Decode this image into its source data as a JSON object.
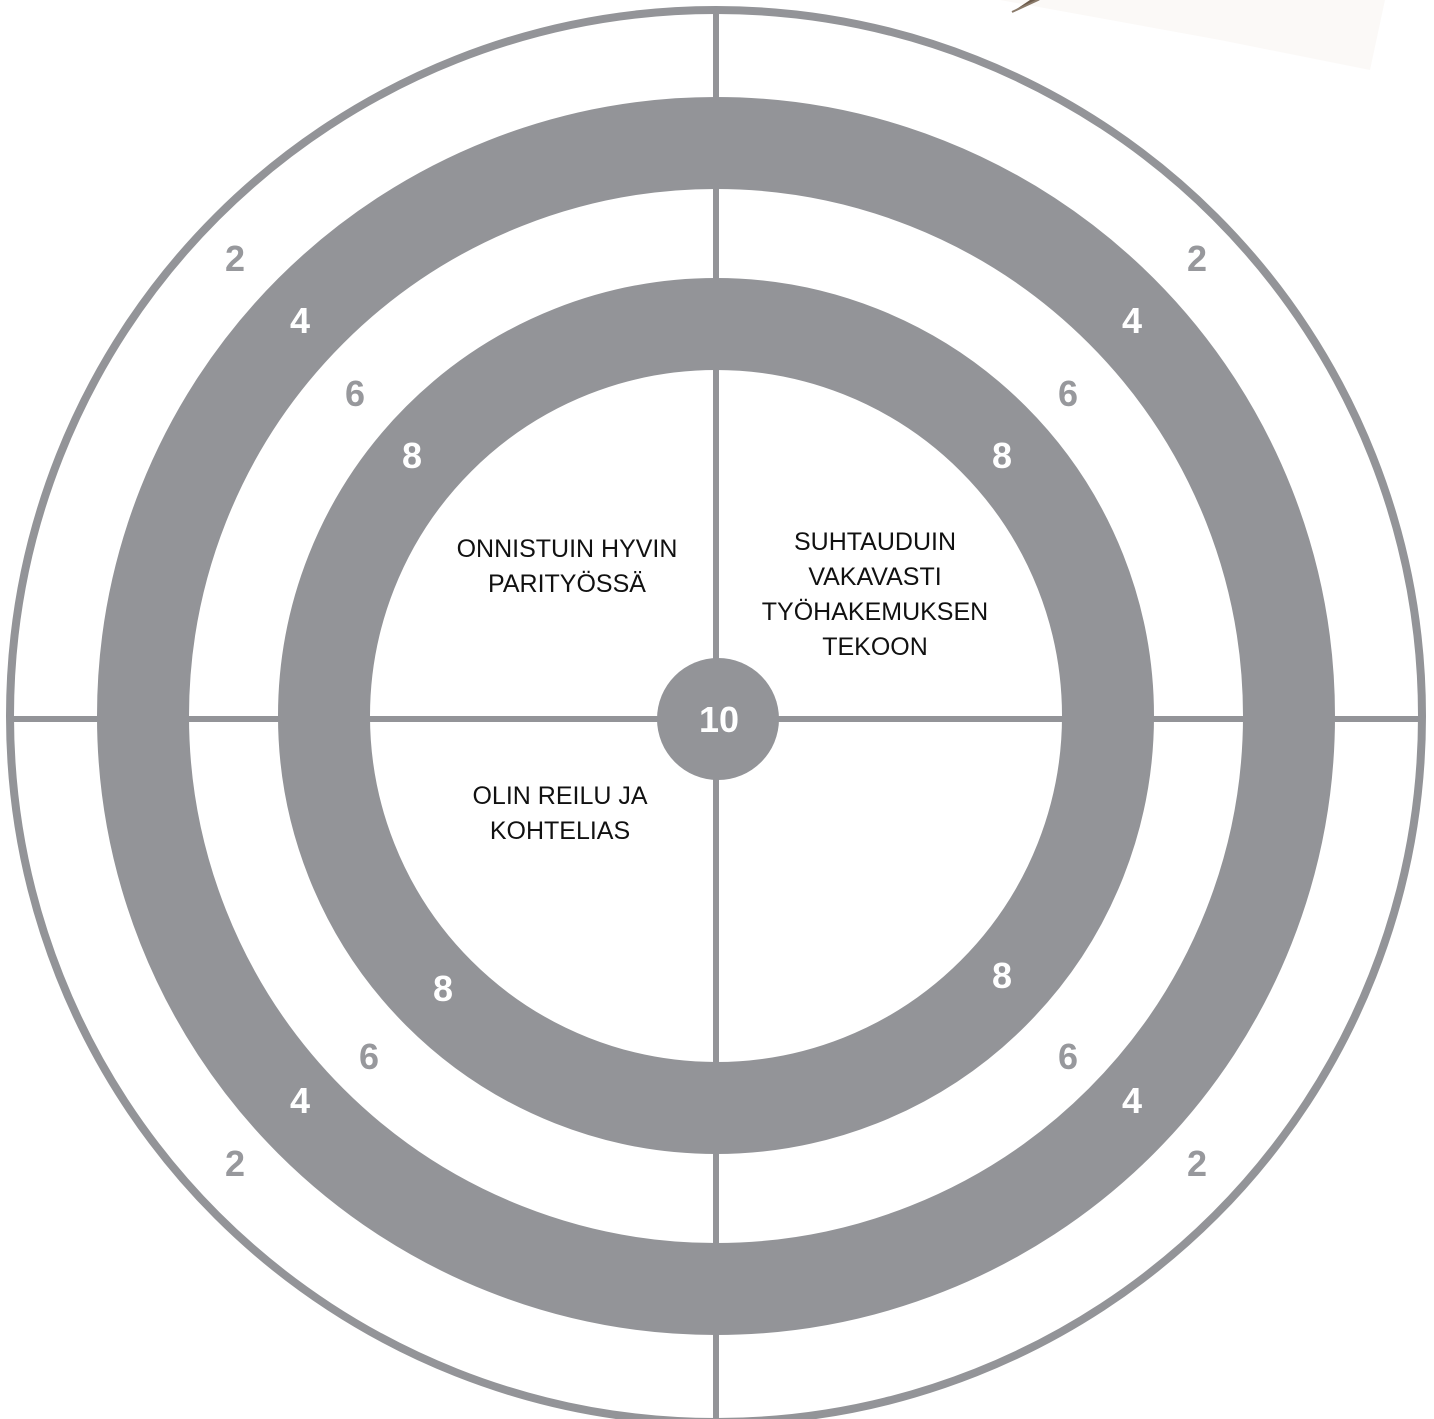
{
  "center_label": "10",
  "quadrants": {
    "top_left": [
      "ONNISTUIN HYVIN",
      "PARITYÖSSÄ"
    ],
    "top_right": [
      "SUHTAUDUIN",
      "VAKAVASTI",
      "TYÖHAKEMUKSEN",
      "TEKOON"
    ],
    "bottom_left": [
      "OLIN REILU JA",
      "KOHTELIAS"
    ],
    "bottom_right": []
  },
  "ring_labels": {
    "top_left": [
      "2",
      "4",
      "6",
      "8"
    ],
    "top_right": [
      "2",
      "4",
      "6",
      "8"
    ],
    "bottom_left": [
      "8",
      "6",
      "4",
      "2"
    ],
    "bottom_right": [
      "8",
      "6",
      "4",
      "2"
    ]
  },
  "colors": {
    "ring_gray": "#939498",
    "label_gray": "#97989c",
    "label_white": "#ffffff",
    "text": "#111111"
  }
}
